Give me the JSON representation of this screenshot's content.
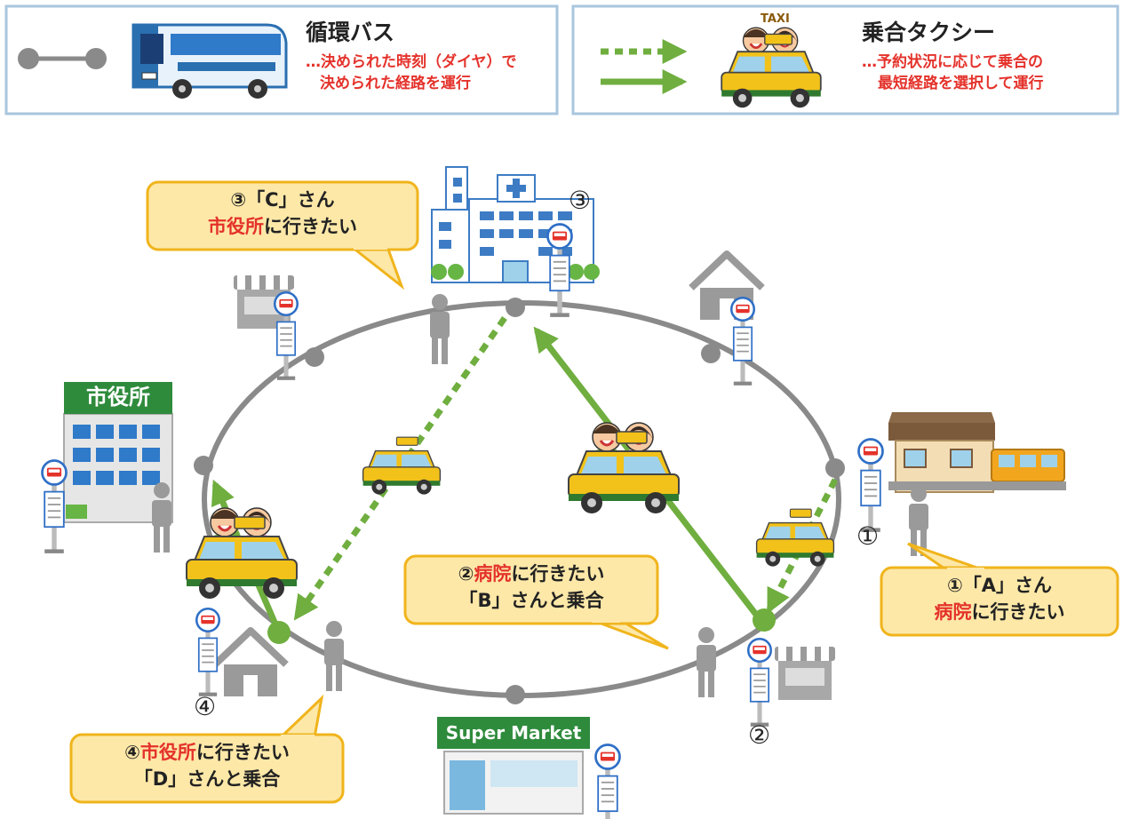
{
  "legend": {
    "bus": {
      "title": "循環バス",
      "desc_line1": "…決められた時刻（ダイヤ）で",
      "desc_line2": "決められた経路を運行"
    },
    "taxi": {
      "title": "乗合タクシー",
      "desc_line1": "…予約状況に応じて乗合の",
      "desc_line2": "最短経路を選択して運行",
      "taxi_sign": "TAXI"
    }
  },
  "buildings": {
    "city_hall_sign": "市役所",
    "supermarket_sign": "Super Market"
  },
  "callouts": {
    "c": {
      "line1": "③「C」さん",
      "dest": "市役所",
      "rest": "に行きたい"
    },
    "a": {
      "line1": "①「A」さん",
      "dest": "病院",
      "rest": "に行きたい"
    },
    "b": {
      "prefix": "②",
      "dest": "病院",
      "rest": "に行きたい",
      "line2": "「B」さんと乗合"
    },
    "d": {
      "prefix": "④",
      "dest": "市役所",
      "rest": "に行きたい",
      "line2": "「D」さんと乗合"
    }
  },
  "stop_markers": {
    "s1": "①",
    "s2": "②",
    "s3": "③",
    "s4": "④"
  },
  "colors": {
    "route": "#8a8a8a",
    "taxi_route": "#6fae3f",
    "highlight": "#e4322b",
    "callout_fill": "#fde8a8",
    "callout_border": "#f0b41c",
    "legend_border": "#a9c6de"
  }
}
